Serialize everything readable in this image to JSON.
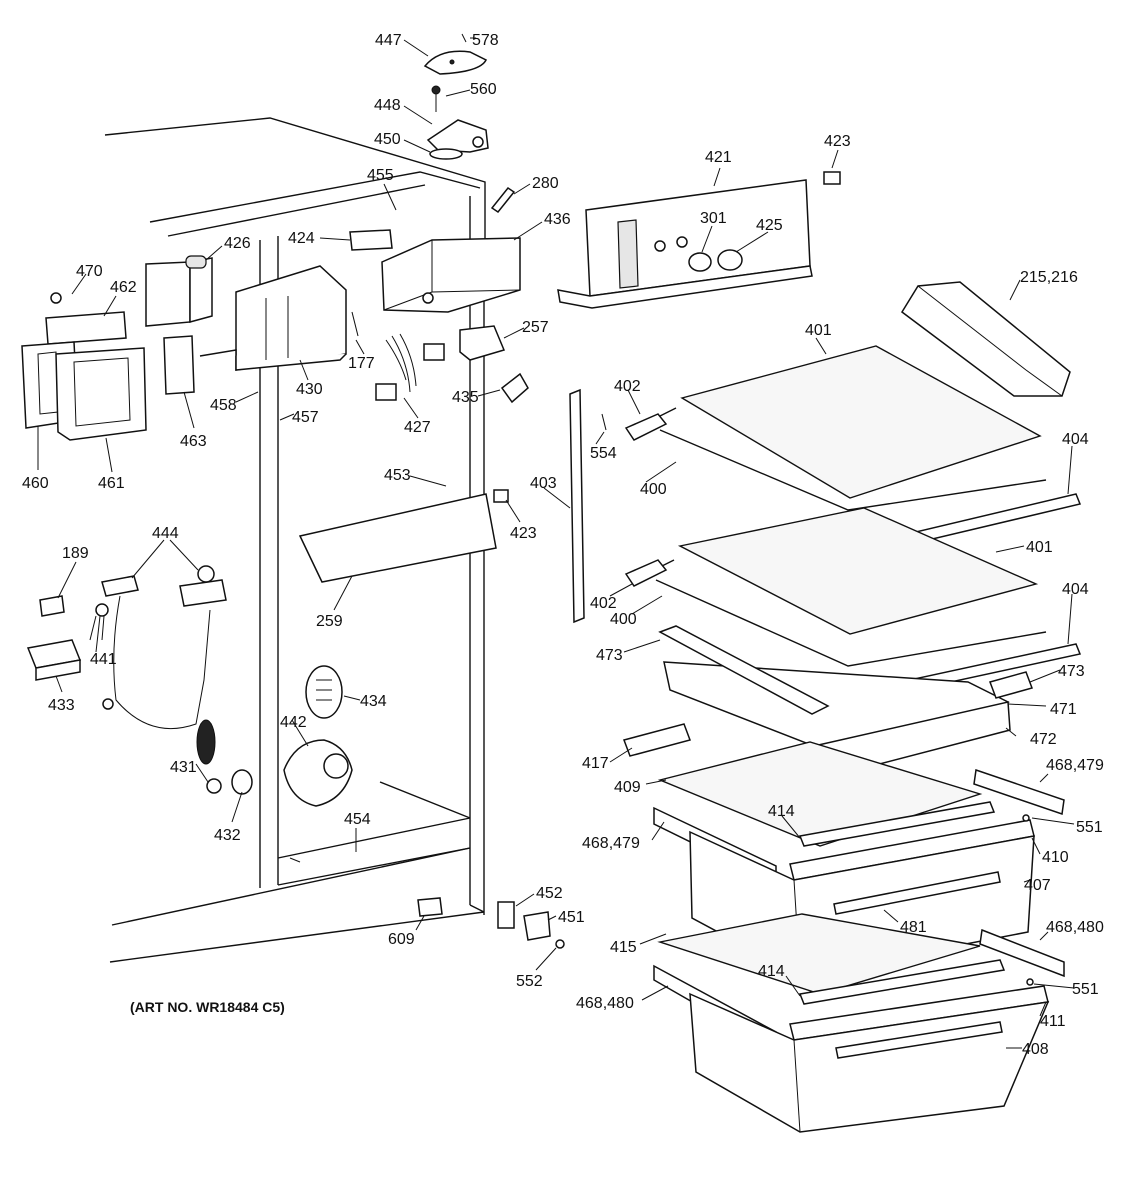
{
  "diagram": {
    "art_number": "(ART NO. WR18484 C5)",
    "labels": [
      {
        "id": "l447",
        "text": "447"
      },
      {
        "id": "l578",
        "text": "578"
      },
      {
        "id": "l448",
        "text": "448"
      },
      {
        "id": "l560",
        "text": "560"
      },
      {
        "id": "l450",
        "text": "450"
      },
      {
        "id": "l455",
        "text": "455"
      },
      {
        "id": "l280",
        "text": "280"
      },
      {
        "id": "l421",
        "text": "421"
      },
      {
        "id": "l423a",
        "text": "423"
      },
      {
        "id": "l426",
        "text": "426"
      },
      {
        "id": "l424",
        "text": "424"
      },
      {
        "id": "l436",
        "text": "436"
      },
      {
        "id": "l301",
        "text": "301"
      },
      {
        "id": "l425",
        "text": "425"
      },
      {
        "id": "l470",
        "text": "470"
      },
      {
        "id": "l462",
        "text": "462"
      },
      {
        "id": "l215",
        "text": "215,216"
      },
      {
        "id": "l257",
        "text": "257"
      },
      {
        "id": "l401a",
        "text": "401"
      },
      {
        "id": "l177",
        "text": "177"
      },
      {
        "id": "l430",
        "text": "430"
      },
      {
        "id": "l402a",
        "text": "402"
      },
      {
        "id": "l435",
        "text": "435"
      },
      {
        "id": "l458",
        "text": "458"
      },
      {
        "id": "l457",
        "text": "457"
      },
      {
        "id": "l463",
        "text": "463"
      },
      {
        "id": "l427",
        "text": "427"
      },
      {
        "id": "l554",
        "text": "554"
      },
      {
        "id": "l404a",
        "text": "404"
      },
      {
        "id": "l460",
        "text": "460"
      },
      {
        "id": "l461",
        "text": "461"
      },
      {
        "id": "l453",
        "text": "453"
      },
      {
        "id": "l403",
        "text": "403"
      },
      {
        "id": "l400a",
        "text": "400"
      },
      {
        "id": "l423b",
        "text": "423"
      },
      {
        "id": "l401b",
        "text": "401"
      },
      {
        "id": "l189",
        "text": "189"
      },
      {
        "id": "l444",
        "text": "444"
      },
      {
        "id": "l402b",
        "text": "402"
      },
      {
        "id": "l404b",
        "text": "404"
      },
      {
        "id": "l400b",
        "text": "400"
      },
      {
        "id": "l259",
        "text": "259"
      },
      {
        "id": "l441",
        "text": "441"
      },
      {
        "id": "l473a",
        "text": "473"
      },
      {
        "id": "l473b",
        "text": "473"
      },
      {
        "id": "l433",
        "text": "433"
      },
      {
        "id": "l434",
        "text": "434"
      },
      {
        "id": "l471",
        "text": "471"
      },
      {
        "id": "l442",
        "text": "442"
      },
      {
        "id": "l472",
        "text": "472"
      },
      {
        "id": "l417",
        "text": "417"
      },
      {
        "id": "l431",
        "text": "431"
      },
      {
        "id": "l468a",
        "text": "468,479"
      },
      {
        "id": "l409",
        "text": "409"
      },
      {
        "id": "l432",
        "text": "432"
      },
      {
        "id": "l414a",
        "text": "414"
      },
      {
        "id": "l551a",
        "text": "551"
      },
      {
        "id": "l454",
        "text": "454"
      },
      {
        "id": "l468b",
        "text": "468,479"
      },
      {
        "id": "l410",
        "text": "410"
      },
      {
        "id": "l407",
        "text": "407"
      },
      {
        "id": "l452",
        "text": "452"
      },
      {
        "id": "l451",
        "text": "451"
      },
      {
        "id": "l481",
        "text": "481"
      },
      {
        "id": "l609",
        "text": "609"
      },
      {
        "id": "l468c",
        "text": "468,480"
      },
      {
        "id": "l415",
        "text": "415"
      },
      {
        "id": "l552",
        "text": "552"
      },
      {
        "id": "l414b",
        "text": "414"
      },
      {
        "id": "l551b",
        "text": "551"
      },
      {
        "id": "l468d",
        "text": "468,480"
      },
      {
        "id": "l411",
        "text": "411"
      },
      {
        "id": "l408",
        "text": "408"
      }
    ]
  }
}
